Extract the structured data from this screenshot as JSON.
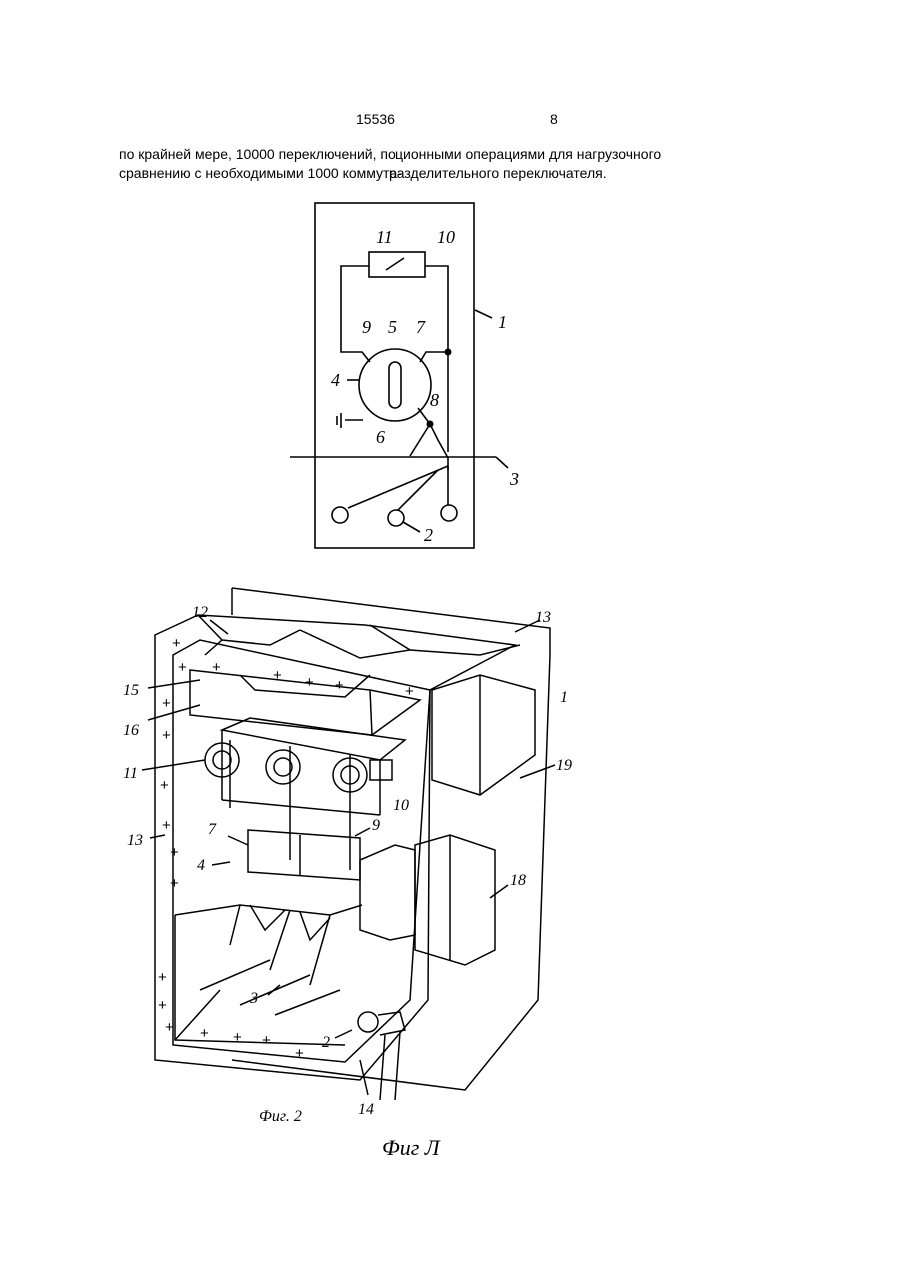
{
  "header": {
    "page_number_left": "15536",
    "page_number_right": "8"
  },
  "text": {
    "col_left": [
      "по крайней мере, 10000 переключений, по",
      "сравнению с необходимыми 1000 коммута-"
    ],
    "col_right": [
      "ционными операциями для  нагрузочного",
      "разделительного переключателя."
    ]
  },
  "figure_top": {
    "labels": [
      "11",
      "10",
      "1",
      "9",
      "5",
      "7",
      "4",
      "8",
      "6",
      "3",
      "2"
    ]
  },
  "figure_bottom": {
    "labels": [
      "12",
      "13",
      "1",
      "15",
      "16",
      "11",
      "19",
      "10",
      "7",
      "9",
      "13",
      "4",
      "18",
      "3",
      "2",
      "14"
    ],
    "caption_small": "Фиг. 2",
    "caption_large": "Фиг Л"
  }
}
